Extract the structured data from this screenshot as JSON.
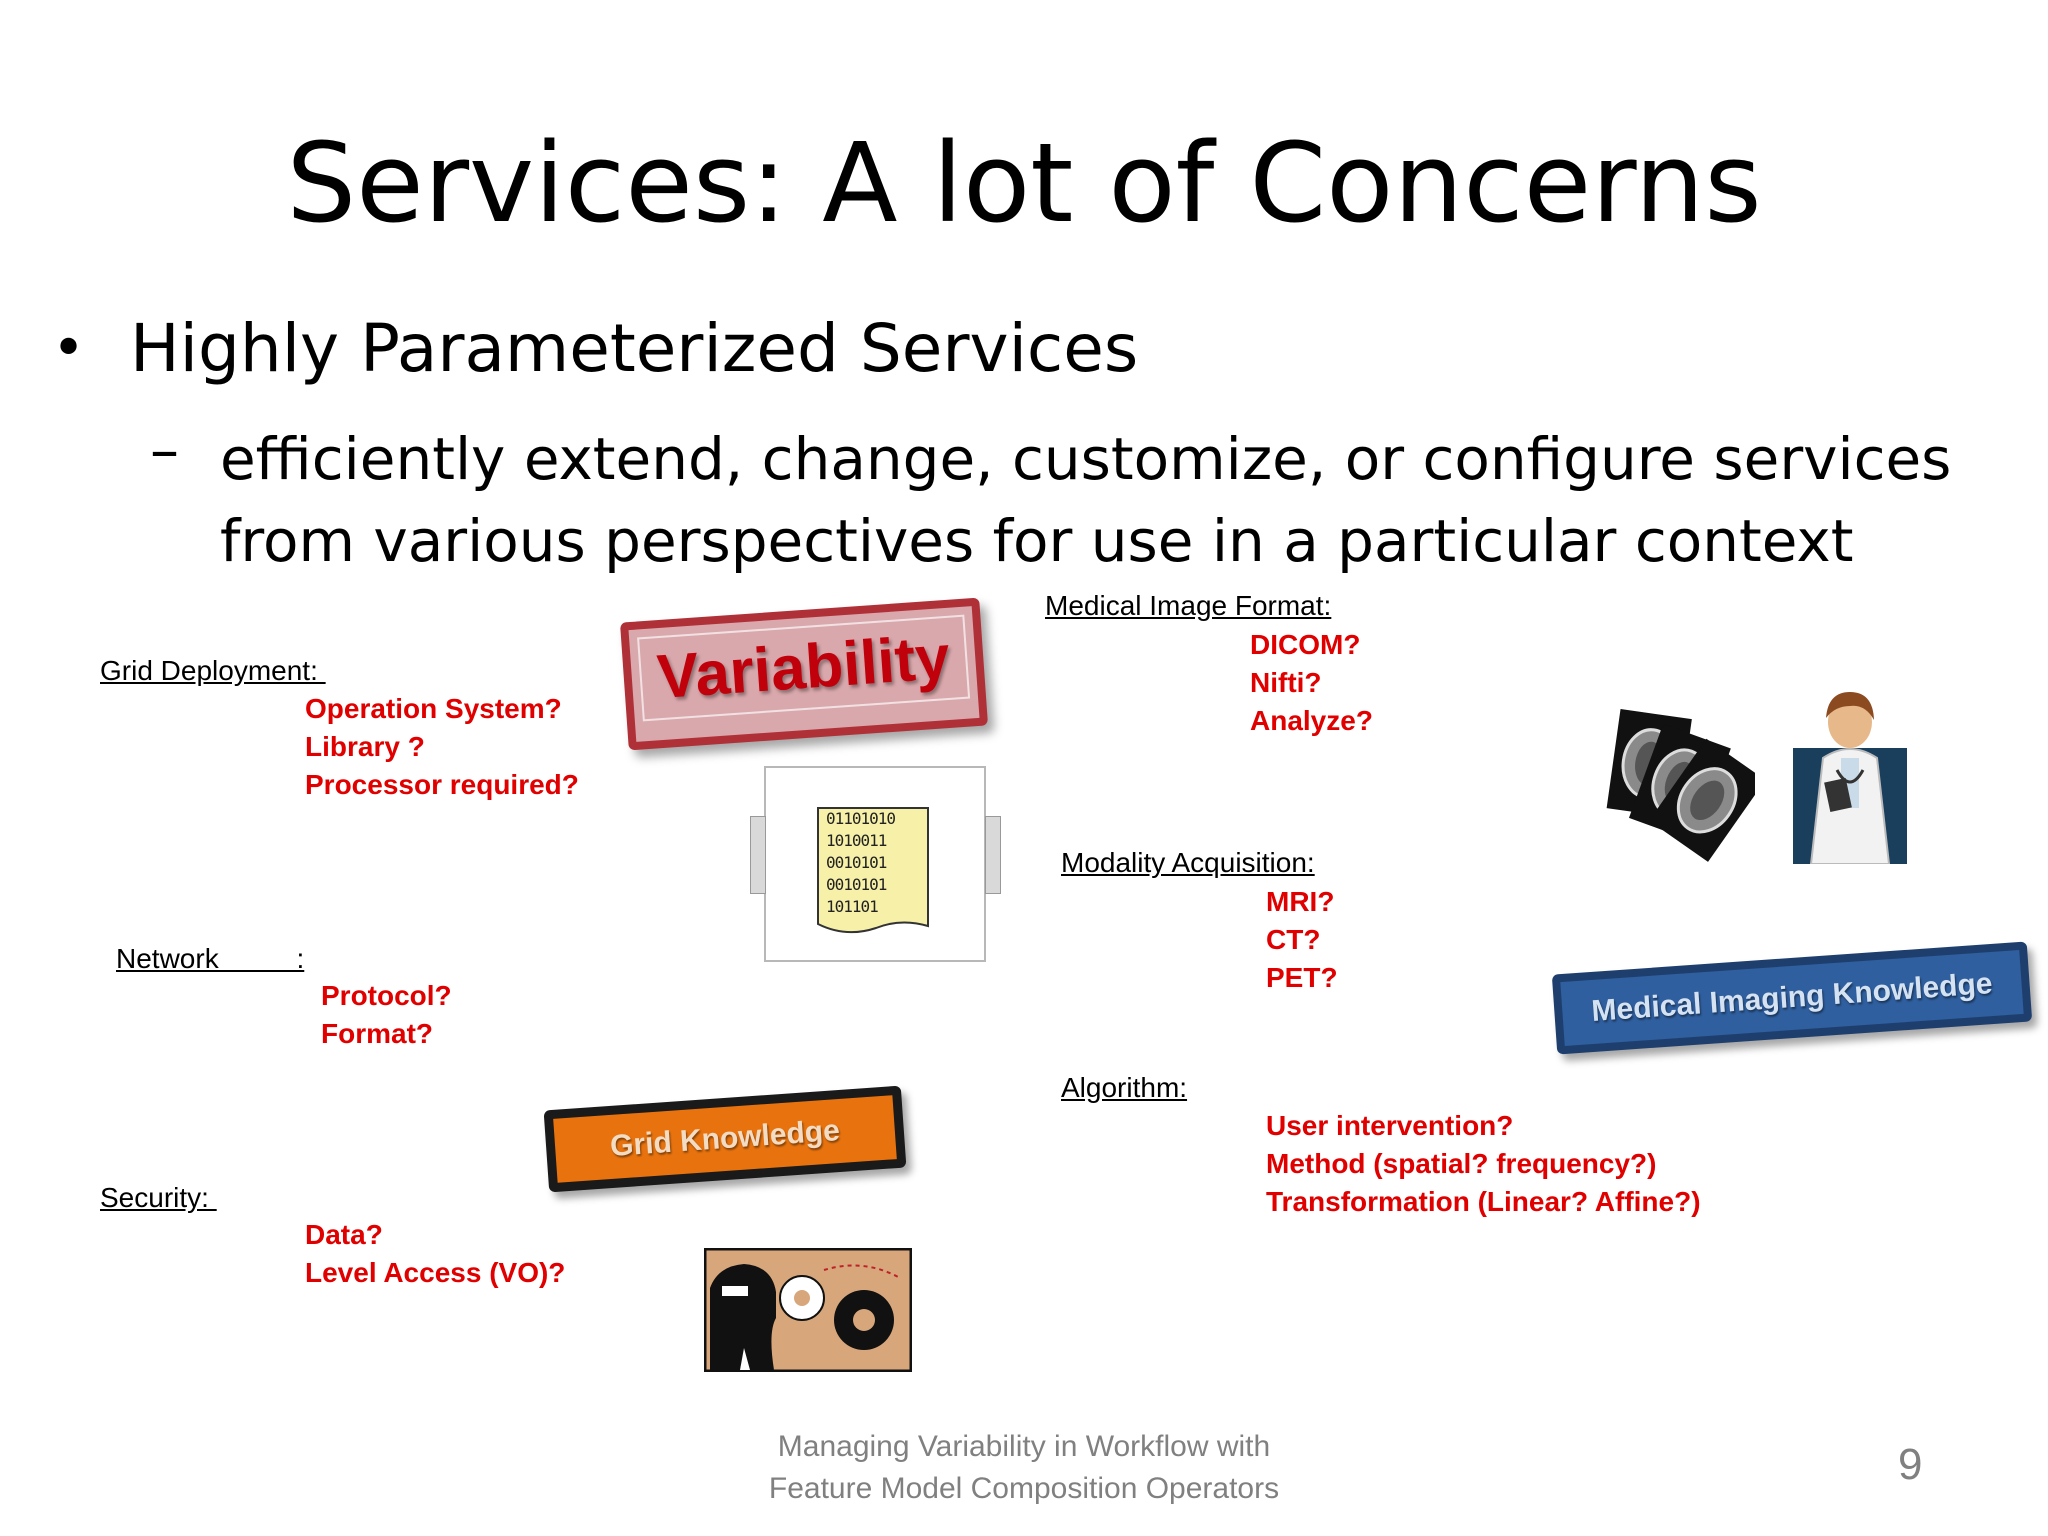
{
  "title": "Services: A lot of Concerns",
  "bullet": {
    "symbol": "•",
    "text": "Highly Parameterized Services",
    "sub_symbol": "–",
    "sub_lines": [
      "efficiently extend, change, customize, or configure services",
      "from various perspectives for use in a particular context"
    ]
  },
  "labels": {
    "variability": "Variability",
    "grid_knowledge": "Grid Knowledge",
    "medical_knowledge": "Medical Imaging Knowledge"
  },
  "concerns": {
    "grid_deployment": {
      "heading": "Grid Deployment: ",
      "items": [
        "Operation System?",
        "Library ?",
        "Processor required?"
      ]
    },
    "network": {
      "heading": "Network          :",
      "items": [
        "Protocol?",
        "Format?"
      ]
    },
    "security": {
      "heading": "Security: ",
      "items": [
        "Data?",
        "Level Access (VO)?"
      ]
    },
    "medical_image_format": {
      "heading": "Medical Image Format:",
      "items": [
        "DICOM?",
        "Nifti?",
        "Analyze?"
      ]
    },
    "modality_acquisition": {
      "heading": "Modality Acquisition:",
      "items": [
        "MRI?",
        "CT?",
        "PET?"
      ]
    },
    "algorithm": {
      "heading": "Algorithm:",
      "items": [
        "User intervention?",
        "Method (spatial? frequency?)",
        "Transformation (Linear? Affine?)"
      ]
    }
  },
  "binary_image": {
    "rows": [
      "01101010",
      "1010011",
      "0010101",
      "0010101",
      "101101"
    ]
  },
  "footer": {
    "lines": [
      "Managing Variability in Workflow with",
      "Feature Model Composition Operators"
    ]
  },
  "page_number": "9",
  "colors": {
    "question_red": "#e00000",
    "variability_red": "#c0000a",
    "grid_orange": "#e8730e",
    "medical_blue": "#2f5f9f",
    "footer_gray": "#808080"
  }
}
